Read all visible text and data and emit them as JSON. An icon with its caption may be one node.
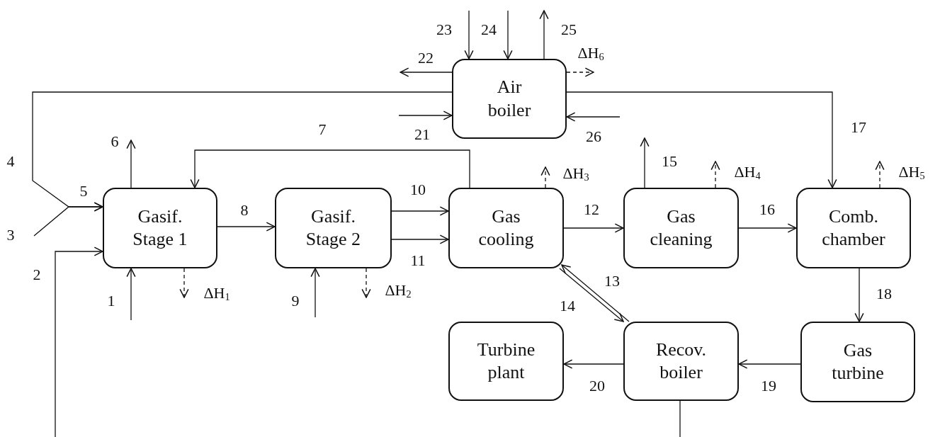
{
  "diagram": {
    "nodes": [
      {
        "text": [
          "Gasif. Stage 1"
        ]
      },
      {
        "text": [
          "Gasif. Stage 2"
        ]
      },
      {
        "text": [
          "Air boiler"
        ]
      },
      {
        "text": [
          "Gas cooling"
        ]
      },
      {
        "text": [
          "Gas cleaning"
        ]
      },
      {
        "text": [
          "Comb. chamber"
        ]
      },
      {
        "text": [
          "Turbine plant"
        ]
      },
      {
        "text": [
          "Recov. boiler"
        ]
      },
      {
        "text": [
          "Gas turbine"
        ]
      }
    ],
    "edges": [
      {
        "from": null,
        "to": 0,
        "arrow": "to",
        "label": "1"
      },
      {
        "from": null,
        "to": 0,
        "arrow": "to",
        "label": "2"
      },
      {
        "from": null,
        "to": 0,
        "arrow": "to",
        "label": "3"
      },
      {
        "from": 2,
        "to": 0,
        "arrow": "to",
        "label": "4"
      },
      {
        "from": 0,
        "to": null,
        "arrow": "to",
        "label": "6"
      },
      {
        "from": 3,
        "to": 0,
        "arrow": "to",
        "label": "7"
      },
      {
        "from": 0,
        "to": 1,
        "arrow": "to",
        "label": "8"
      },
      {
        "from": null,
        "to": 1,
        "arrow": "to",
        "label": "9"
      },
      {
        "from": 0,
        "to": null,
        "arrow": "to",
        "label": "ΔH$_{1}$",
        "style": "dashed"
      },
      {
        "from": 1,
        "to": null,
        "arrow": "to",
        "label": "ΔH$_{2}$",
        "style": "dashed"
      },
      {
        "from": 1,
        "to": 3,
        "arrow": "to",
        "label": "10"
      },
      {
        "from": 1,
        "to": 3,
        "arrow": "to",
        "label": "11"
      },
      {
        "from": 3,
        "to": null,
        "arrow": "to",
        "label": "ΔH$_{3}$",
        "style": "dashed"
      },
      {
        "from": 3,
        "to": 4,
        "arrow": "to",
        "label": "12"
      },
      {
        "from": 7,
        "to": 3,
        "arrow": "to",
        "label": "13"
      },
      {
        "from": 3,
        "to": 7,
        "arrow": "to",
        "label": "14"
      },
      {
        "from": 4,
        "to": null,
        "arrow": "to",
        "label": "15"
      },
      {
        "from": 4,
        "to": null,
        "arrow": "to",
        "label": "ΔH$_{4}$",
        "style": "dashed"
      },
      {
        "from": 4,
        "to": 5,
        "arrow": "to",
        "label": "16"
      },
      {
        "from": 2,
        "to": 5,
        "arrow": "to",
        "label": "17"
      },
      {
        "from": 5,
        "to": null,
        "arrow": "to",
        "label": "ΔH$_{5}$",
        "style": "dashed"
      },
      {
        "from": 5,
        "to": 8,
        "arrow": "to",
        "label": "18"
      },
      {
        "from": 8,
        "to": 7,
        "arrow": "to",
        "label": "19"
      },
      {
        "from": 7,
        "to": 6,
        "arrow": "to",
        "label": "20"
      },
      {
        "from": 7,
        "to": null,
        "arrow": "none"
      },
      {
        "from": null,
        "to": 2,
        "arrow": "to",
        "label": "21"
      },
      {
        "from": 2,
        "to": null,
        "arrow": "to",
        "label": "22"
      },
      {
        "from": null,
        "to": 2,
        "arrow": "to",
        "label": "23"
      },
      {
        "from": null,
        "to": 2,
        "arrow": "to",
        "label": "24"
      },
      {
        "from": 2,
        "to": null,
        "arrow": "to",
        "label": "25"
      },
      {
        "from": 2,
        "to": null,
        "arrow": "to",
        "label": "ΔH$_{6}$",
        "style": "dashed"
      },
      {
        "from": null,
        "to": 2,
        "arrow": "to",
        "label": "26"
      }
    ],
    "labels": [
      "5"
    ]
  }
}
